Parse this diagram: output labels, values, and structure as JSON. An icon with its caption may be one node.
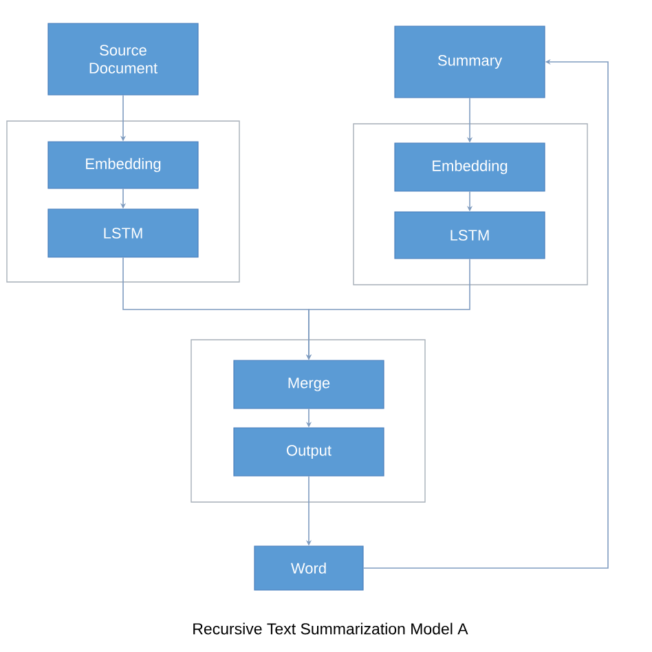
{
  "diagram": {
    "caption": "Recursive Text Summarization Model A",
    "nodes": [
      {
        "text": [
          "Source Document"
        ]
      },
      {
        "text": [],
        "shape": "box"
      },
      {
        "text": [
          "Embedding"
        ],
        "in": 1
      },
      {
        "text": [
          "LSTM"
        ],
        "in": 1
      },
      {
        "text": [
          "Summary"
        ]
      },
      {
        "text": [],
        "shape": "box"
      },
      {
        "text": [
          "Embedding"
        ],
        "in": 5
      },
      {
        "text": [
          "LSTM"
        ],
        "in": 5
      },
      {
        "text": [],
        "shape": "box"
      },
      {
        "text": [
          "Merge"
        ],
        "in": 8
      },
      {
        "text": [
          "Output"
        ],
        "in": 8
      },
      {
        "text": [
          "Word"
        ]
      }
    ],
    "edges": [
      {
        "from": 0,
        "to": 2,
        "arrow": "to"
      },
      {
        "from": 2,
        "to": 3,
        "arrow": "to"
      },
      {
        "from": 4,
        "to": 6,
        "arrow": "to"
      },
      {
        "from": 6,
        "to": 7,
        "arrow": "to"
      },
      {
        "from": 3,
        "to": 9,
        "arrow": "to"
      },
      {
        "from": 7,
        "to": 9,
        "arrow": "to"
      },
      {
        "from": 9,
        "to": 10,
        "arrow": "to"
      },
      {
        "from": 10,
        "to": 11,
        "arrow": "to"
      },
      {
        "from": 11,
        "to": 4,
        "arrow": "to"
      }
    ]
  }
}
